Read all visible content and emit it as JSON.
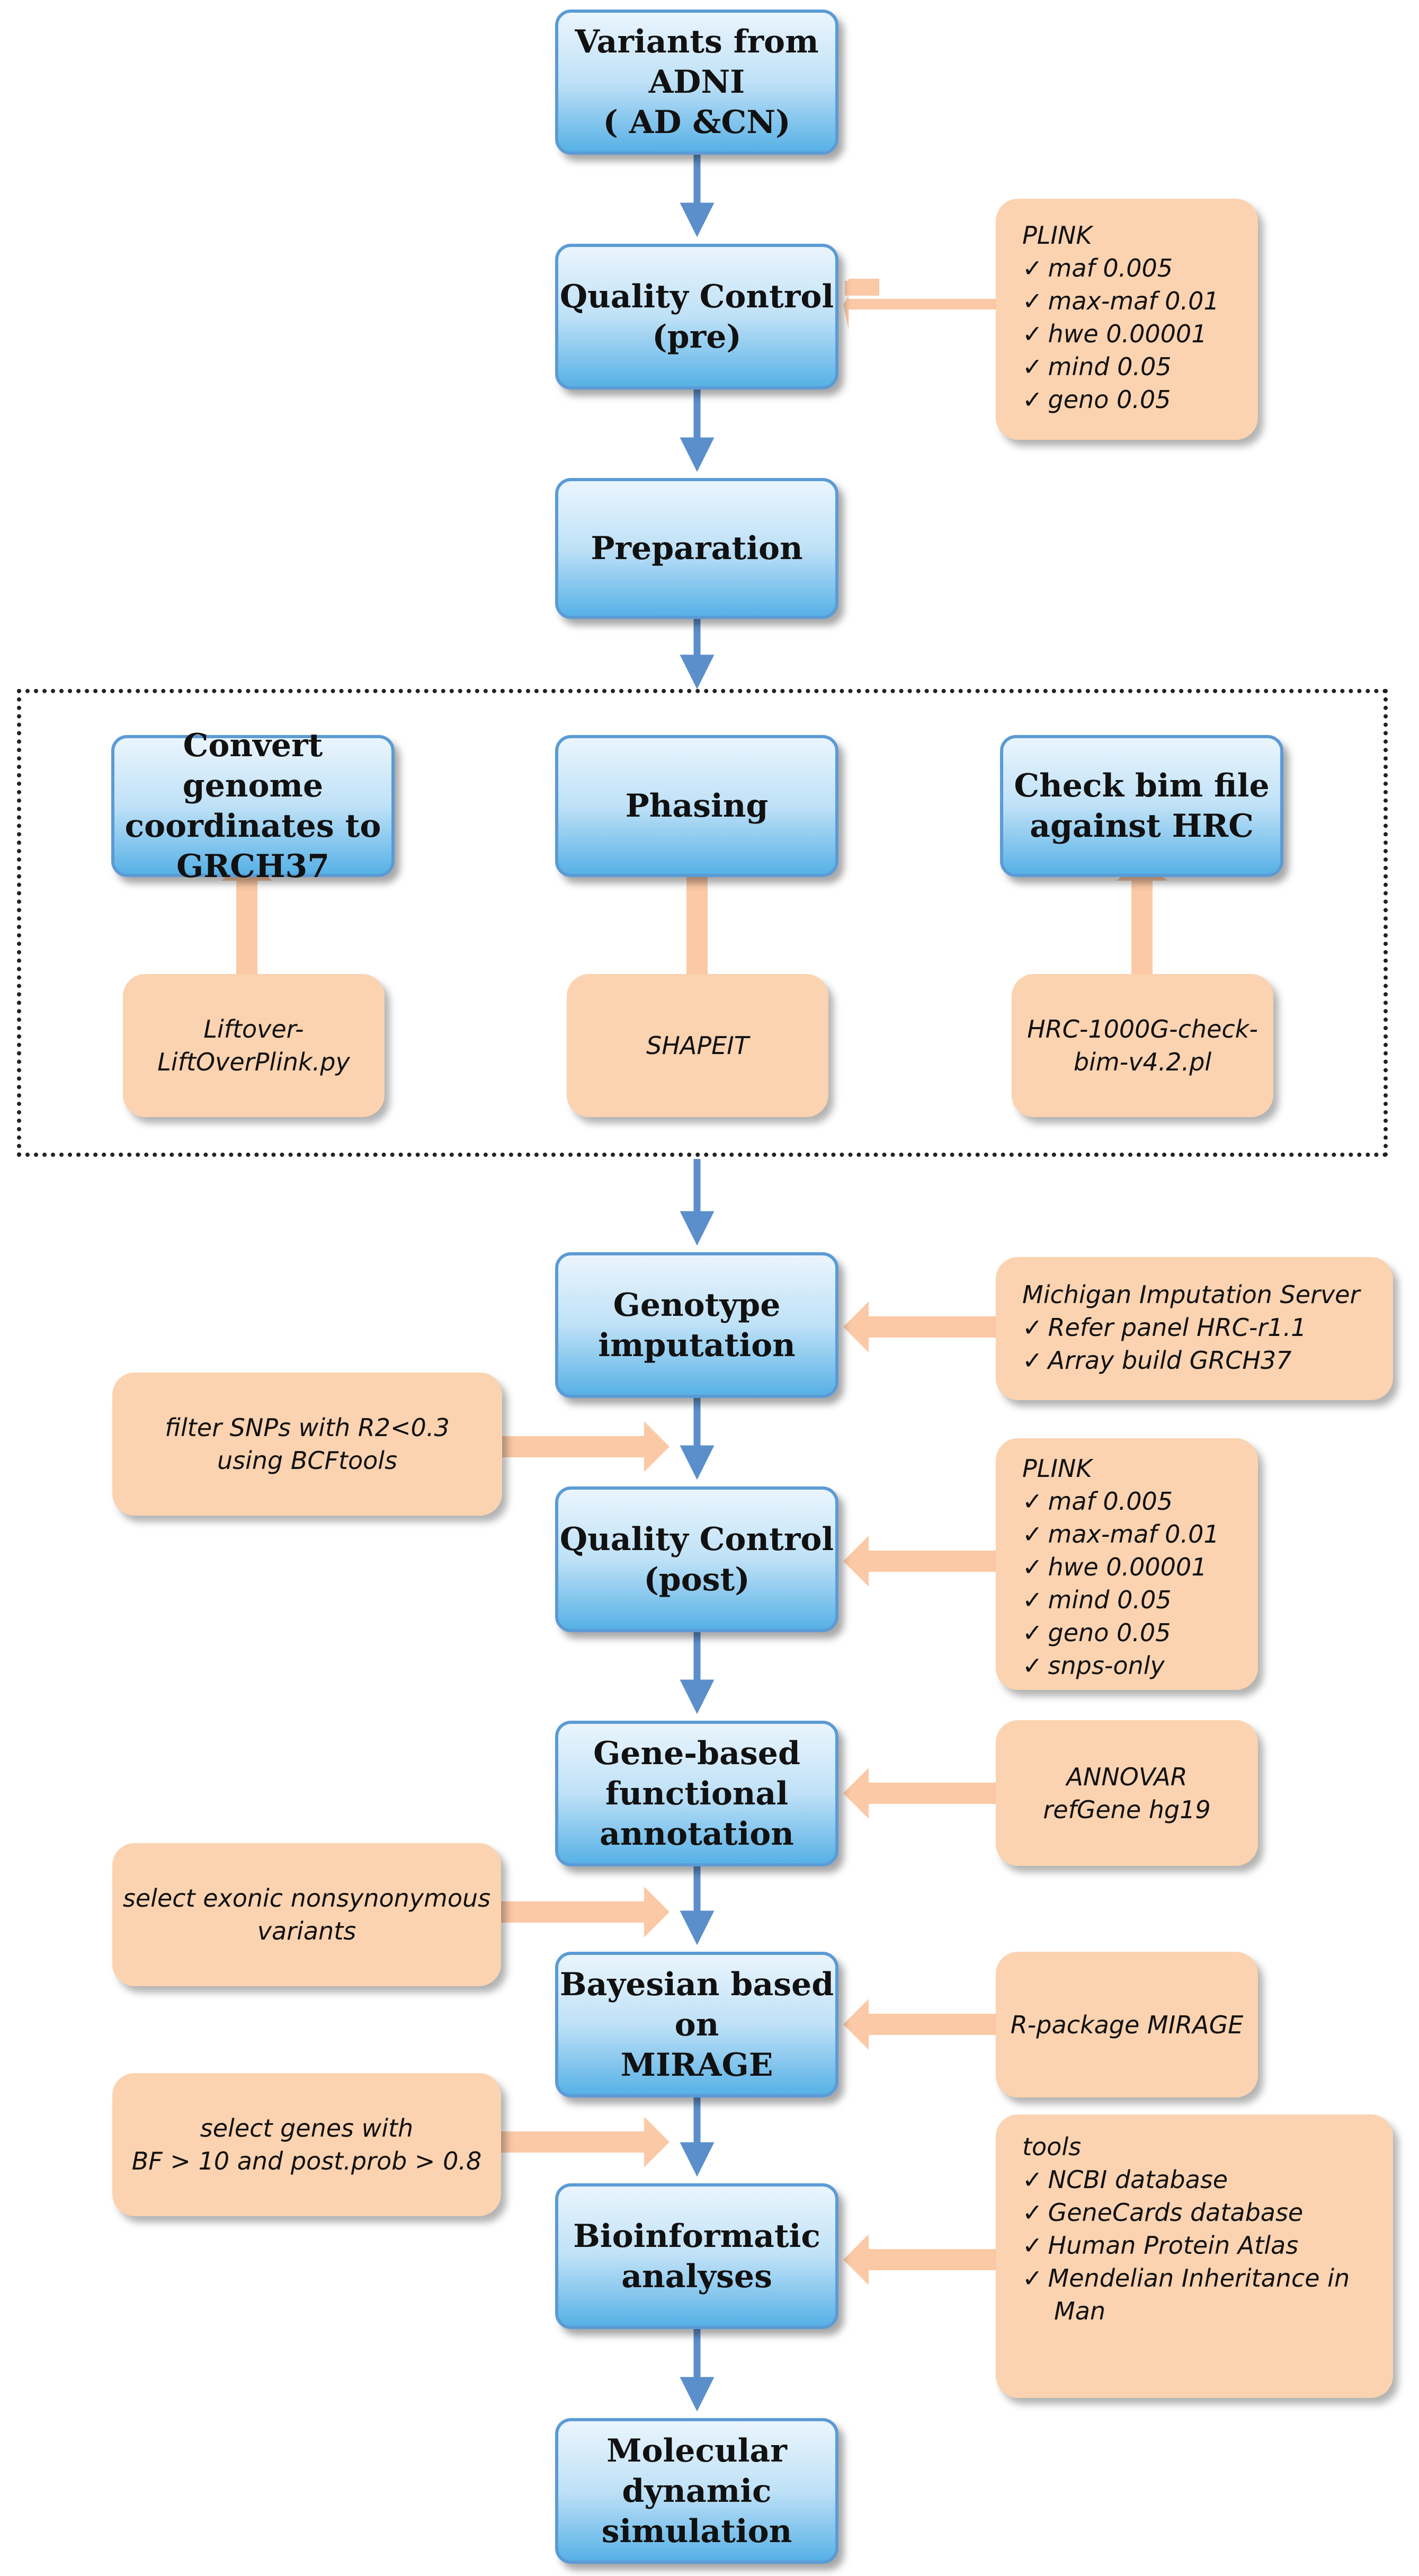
{
  "colors": {
    "process_border": "#5b9bd5",
    "process_fill_bottom": "#57b1e6",
    "tool_fill": "#fbd3b0",
    "arrow_blue": "#5b8fcb",
    "arrow_peach": "#fbc9a6"
  },
  "steps": {
    "variants": [
      "Variants from",
      "ADNI",
      "( AD &CN)"
    ],
    "qc_pre": [
      "Quality Control",
      "(pre)"
    ],
    "preparation": [
      "Preparation"
    ],
    "convert": [
      "Convert genome",
      "coordinates to",
      "GRCH37"
    ],
    "phasing": [
      "Phasing"
    ],
    "check_bim": [
      "Check bim file",
      "against HRC"
    ],
    "imputation": [
      "Genotype",
      "imputation"
    ],
    "qc_post": [
      "Quality Control",
      "(post)"
    ],
    "annotation": [
      "Gene-based",
      "functional",
      "annotation"
    ],
    "bayesian": [
      "Bayesian based on",
      "MIRAGE"
    ],
    "bioinformatic": [
      "Bioinformatic",
      "analyses"
    ],
    "molecular": [
      "Molecular",
      "dynamic",
      "simulation"
    ]
  },
  "tools": {
    "plink_pre": {
      "title": "PLINK",
      "items": [
        "maf 0.005",
        "max-maf 0.01",
        "hwe 0.00001",
        "mind 0.05",
        "geno 0.05"
      ]
    },
    "liftover": [
      "Liftover-",
      "LiftOverPlink.py"
    ],
    "shapeit": [
      "SHAPEIT"
    ],
    "hrc_check": [
      "HRC-1000G-check-",
      "bim-v4.2.pl"
    ],
    "michigan": {
      "title": "Michigan Imputation Server",
      "items": [
        "Refer panel HRC-r1.1",
        "Array build GRCH37"
      ]
    },
    "filter_snps": [
      "filter SNPs with R2<0.3",
      "using BCFtools"
    ],
    "plink_post": {
      "title": "PLINK",
      "items": [
        "maf 0.005",
        "max-maf 0.01",
        "hwe 0.00001",
        "mind 0.05",
        "geno 0.05",
        "snps-only"
      ]
    },
    "annovar": [
      "ANNOVAR",
      "refGene hg19"
    ],
    "select_exonic": [
      "select exonic nonsynonymous",
      "variants"
    ],
    "mirage": [
      "R-package MIRAGE"
    ],
    "select_genes": [
      "select genes with",
      "BF > 10 and post.prob > 0.8"
    ],
    "tools_list": {
      "title": "tools",
      "items": [
        "NCBI database",
        "GeneCards database",
        "Human Protein Atlas",
        "Mendelian Inheritance in",
        "Man"
      ]
    }
  }
}
